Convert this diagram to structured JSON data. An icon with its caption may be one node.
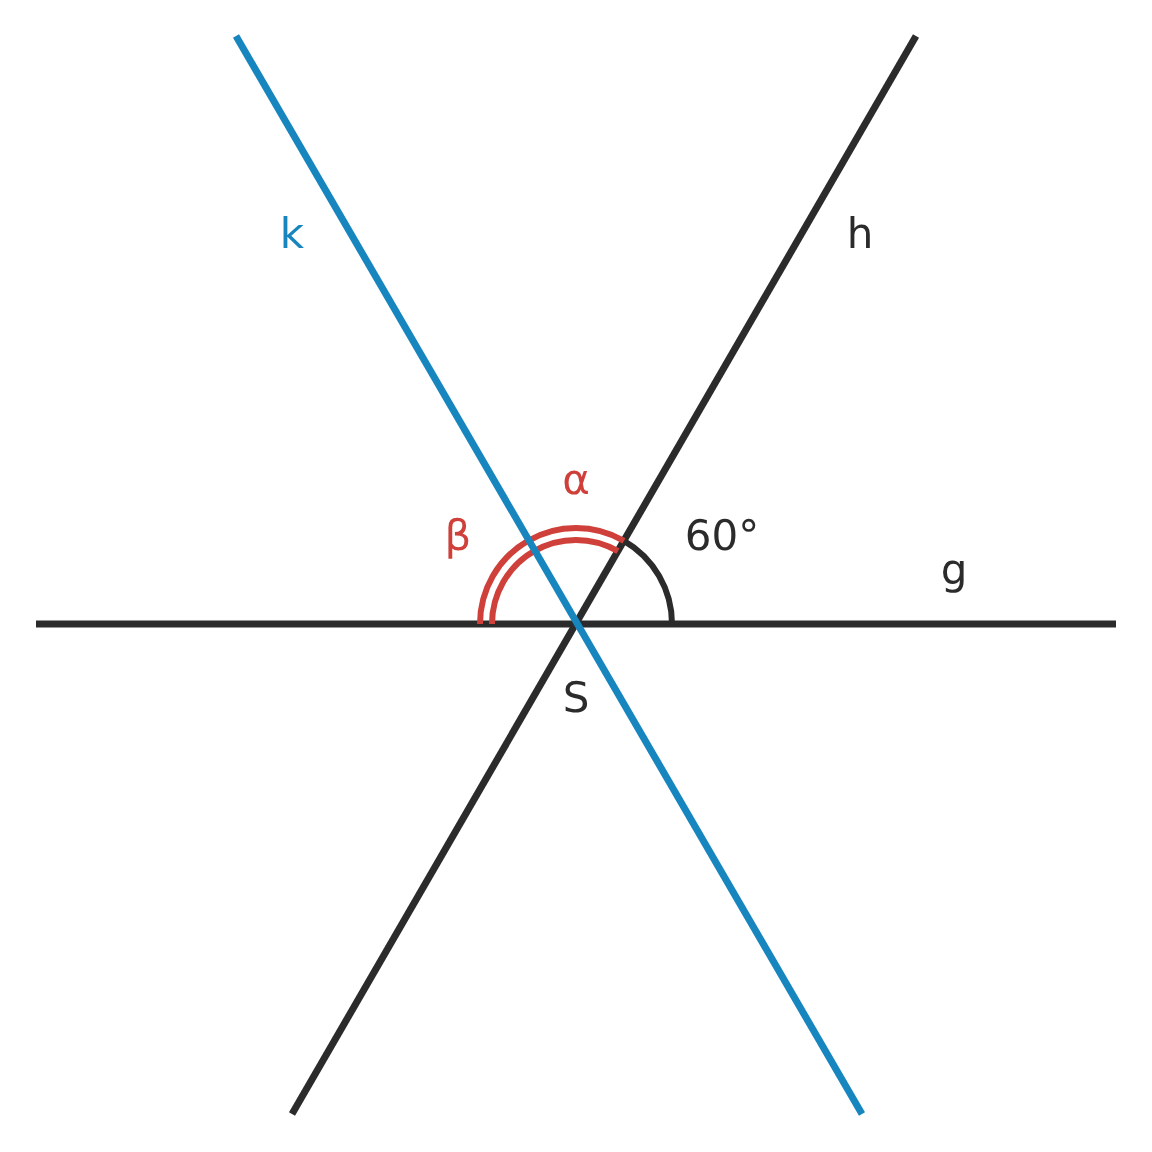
{
  "diagram": {
    "labels": [
      "k",
      "h",
      "α",
      "β",
      "60°",
      "g",
      "S"
    ]
  }
}
